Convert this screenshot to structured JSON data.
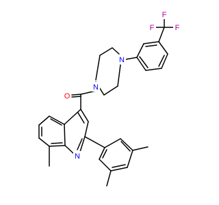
{
  "diagram": {
    "type": "chemical-structure",
    "colors": {
      "background": "#ffffff",
      "bond": "#000000",
      "O": "#ff0000",
      "N": "#0000ff",
      "F": "#b3009e"
    },
    "atoms": [
      {
        "id": "o1",
        "label": "O",
        "element": "O"
      },
      {
        "id": "n_pip1",
        "label": "N",
        "element": "N"
      },
      {
        "id": "n_pip4",
        "label": "N",
        "element": "N"
      },
      {
        "id": "n_quin",
        "label": "N",
        "element": "N"
      },
      {
        "id": "f1",
        "label": "F",
        "element": "F"
      },
      {
        "id": "f2",
        "label": "F",
        "element": "F"
      },
      {
        "id": "f3",
        "label": "F",
        "element": "F"
      }
    ]
  }
}
